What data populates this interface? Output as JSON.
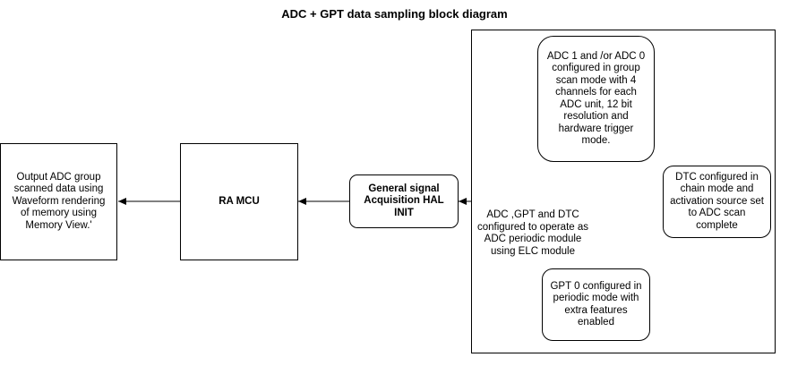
{
  "diagram": {
    "title": "ADC + GPT data sampling block diagram",
    "nodes": {
      "output": "Output ADC group scanned data using Waveform rendering of memory using Memory View.'",
      "mcu": "RA MCU",
      "hal": "General signal Acquisition HAL INIT",
      "adc": "ADC 1 and /or ADC 0 configured in group scan mode with 4 channels for each ADC unit, 12 bit resolution and hardware trigger mode.",
      "dtc": "DTC configured in chain mode and activation source set to ADC scan complete",
      "gpt": "GPT 0 configured in periodic mode with extra features enabled"
    },
    "edge_label": "ADC ,GPT and DTC configured to operate as ADC periodic module using ELC module"
  }
}
